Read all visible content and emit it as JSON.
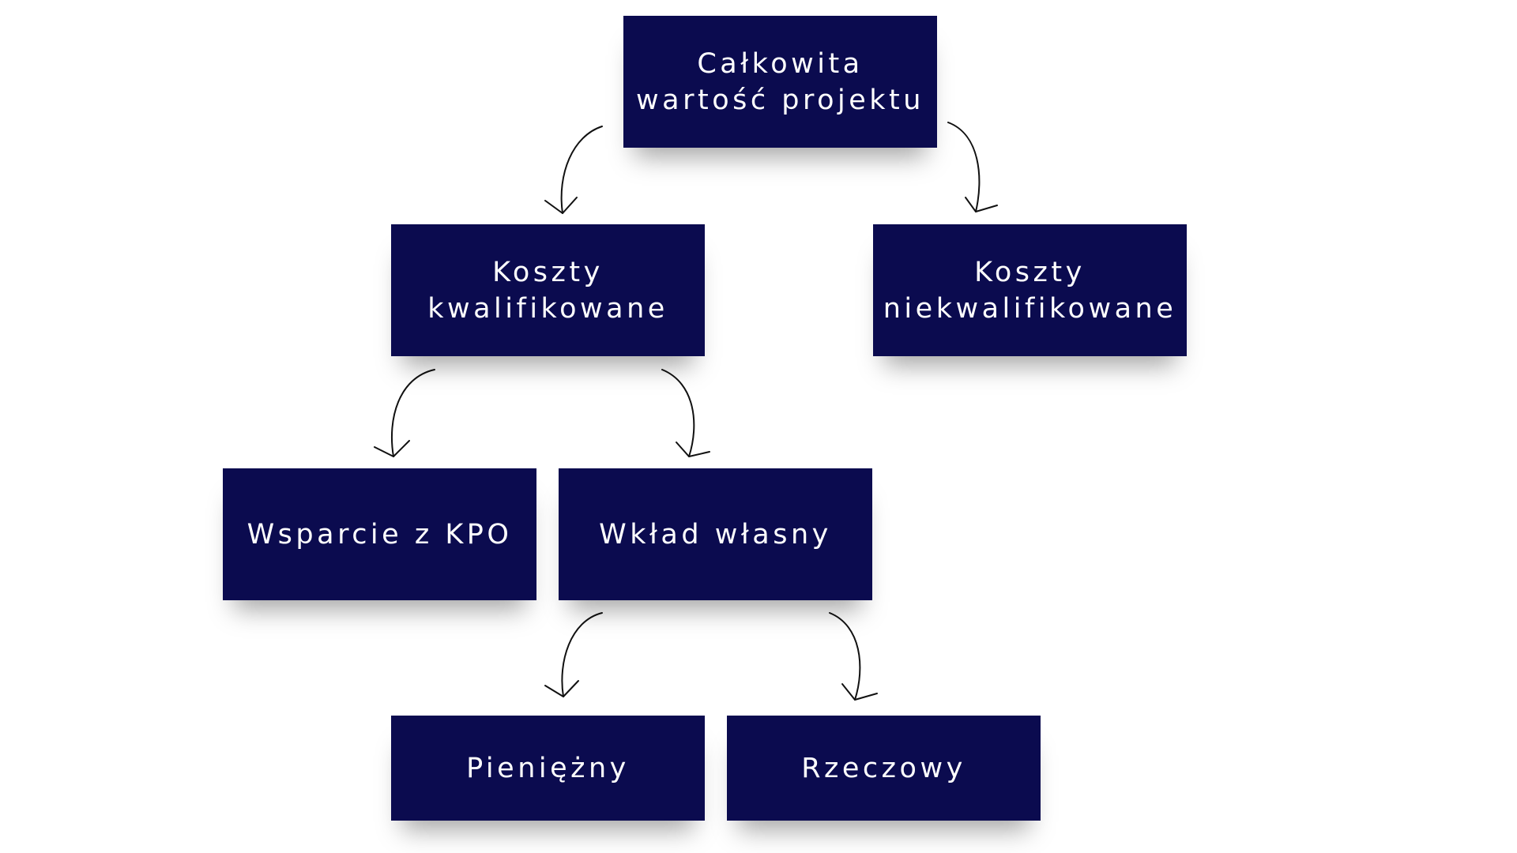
{
  "diagram": {
    "nodes": {
      "root": {
        "line1": "Całkowita",
        "line2": "wartość projektu"
      },
      "kwalifikowane": {
        "line1": "Koszty",
        "line2": "kwalifikowane"
      },
      "niekwalifikowane": {
        "line1": "Koszty",
        "line2": "niekwalifikowane"
      },
      "wsparcie": {
        "line1": "Wsparcie z KPO"
      },
      "wklad": {
        "line1": "Wkład własny"
      },
      "pieniezny": {
        "line1": "Pieniężny"
      },
      "rzeczowy": {
        "line1": "Rzeczowy"
      }
    },
    "colors": {
      "box": "#0b0b4f",
      "text": "#ffffff",
      "arrow": "#111111"
    }
  }
}
